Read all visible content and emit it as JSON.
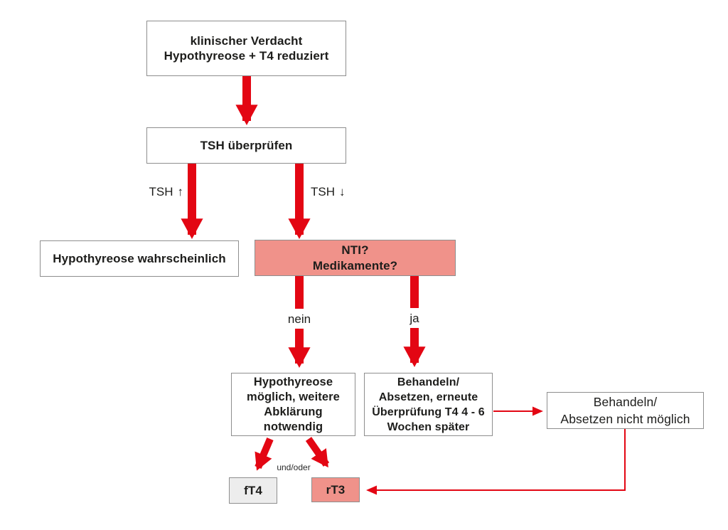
{
  "diagram": {
    "boxes": {
      "suspicion": {
        "lines": [
          "klinischer Verdacht",
          "Hypothyreose + T4 reduziert"
        ]
      },
      "tsh_check": {
        "lines": [
          "TSH überprüfen"
        ]
      },
      "hypo_likely": {
        "lines": [
          "Hypothyreose wahrscheinlich"
        ]
      },
      "nti": {
        "lines": [
          "NTI?",
          "Medikamente?"
        ]
      },
      "hypo_possible": {
        "lines": [
          "Hypothyreose",
          "möglich, weitere",
          "Abklärung",
          "notwendig"
        ]
      },
      "treat_stop": {
        "lines": [
          "Behandeln/",
          "Absetzen, erneute",
          "Überprüfung T4 4 - 6",
          "Wochen später"
        ]
      },
      "treat_impossible": {
        "lines": [
          "Behandeln/",
          "Absetzen nicht möglich"
        ]
      },
      "ft4": {
        "lines": [
          "fT4"
        ]
      },
      "rt3": {
        "lines": [
          "rT3"
        ]
      }
    },
    "edge_labels": {
      "tsh_high": {
        "text": "TSH",
        "arrow": "↑"
      },
      "tsh_low": {
        "text": "TSH",
        "arrow": "↓"
      },
      "nein": "nein",
      "ja": "ja",
      "und_oder": "und/oder"
    },
    "colors": {
      "arrow_red": "#e30613",
      "thin_line_red": "#e6232b",
      "box_pink": "#f0928a",
      "box_gray": "#ededed",
      "border_gray": "#8e8e8e",
      "text": "#1d1d1b"
    }
  }
}
